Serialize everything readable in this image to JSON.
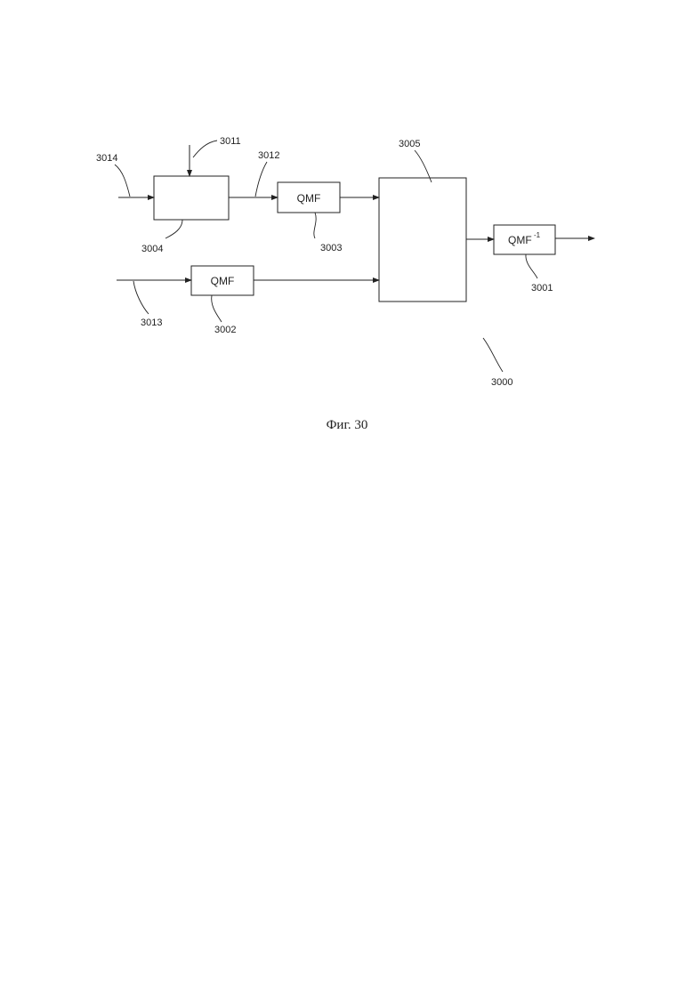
{
  "figure": {
    "caption": "Фиг. 30",
    "refs": {
      "r3000": "3000",
      "r3001": "3001",
      "r3002": "3002",
      "r3003": "3003",
      "r3004": "3004",
      "r3005": "3005",
      "r3011": "3011",
      "r3012": "3012",
      "r3013": "3013",
      "r3014": "3014"
    },
    "blocks": {
      "qmf_3003": "QMF",
      "qmf_3002": "QMF",
      "qmf_inverse_3001": "QMF",
      "qmf_inverse_sup": "-1"
    }
  }
}
